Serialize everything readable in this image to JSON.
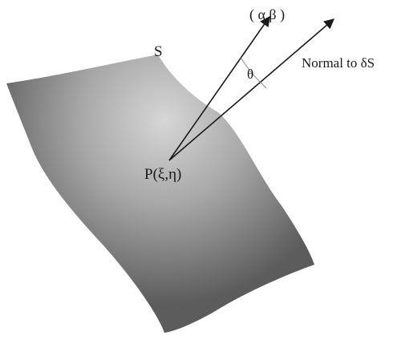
{
  "diagram": {
    "surface_label": "S",
    "point_label": "P(ξ,η)",
    "direction_label": "( α,β )",
    "normal_label": "Normal to δS",
    "angle_label": "θ"
  },
  "colors": {
    "surface_light": "#d4d4d4",
    "surface_mid": "#9a9a9a",
    "surface_dark": "#5e5e5e",
    "line": "#1a1a1a",
    "text": "#1a1a1a"
  }
}
